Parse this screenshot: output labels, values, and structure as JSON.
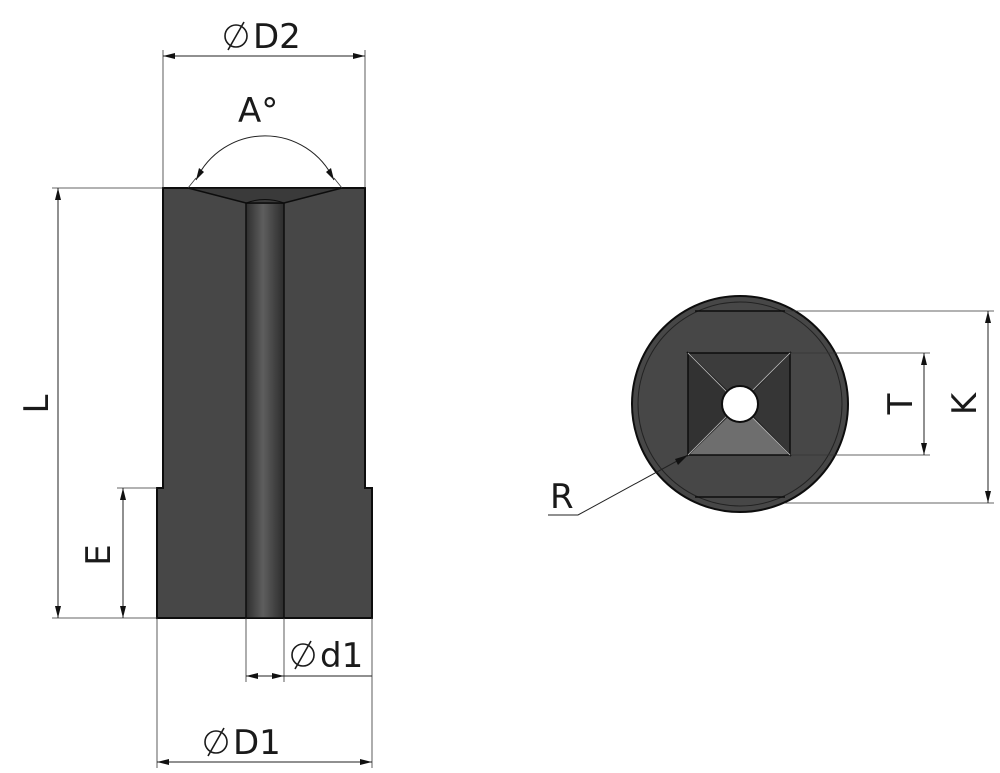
{
  "colors": {
    "body_fill": "#4a4a4a",
    "body_dark": "#353535",
    "outline": "#111111",
    "bore_light": "#5c5c5c",
    "facet_light": "#6e6e6e",
    "background": "#ffffff"
  },
  "labels": {
    "D2": "D2",
    "D1": "D1",
    "d1": "d1",
    "A": "A°",
    "L": "L",
    "E": "E",
    "R": "R",
    "T": "T",
    "K": "K"
  },
  "icons": {
    "diameter_symbol": "diameter-icon"
  }
}
